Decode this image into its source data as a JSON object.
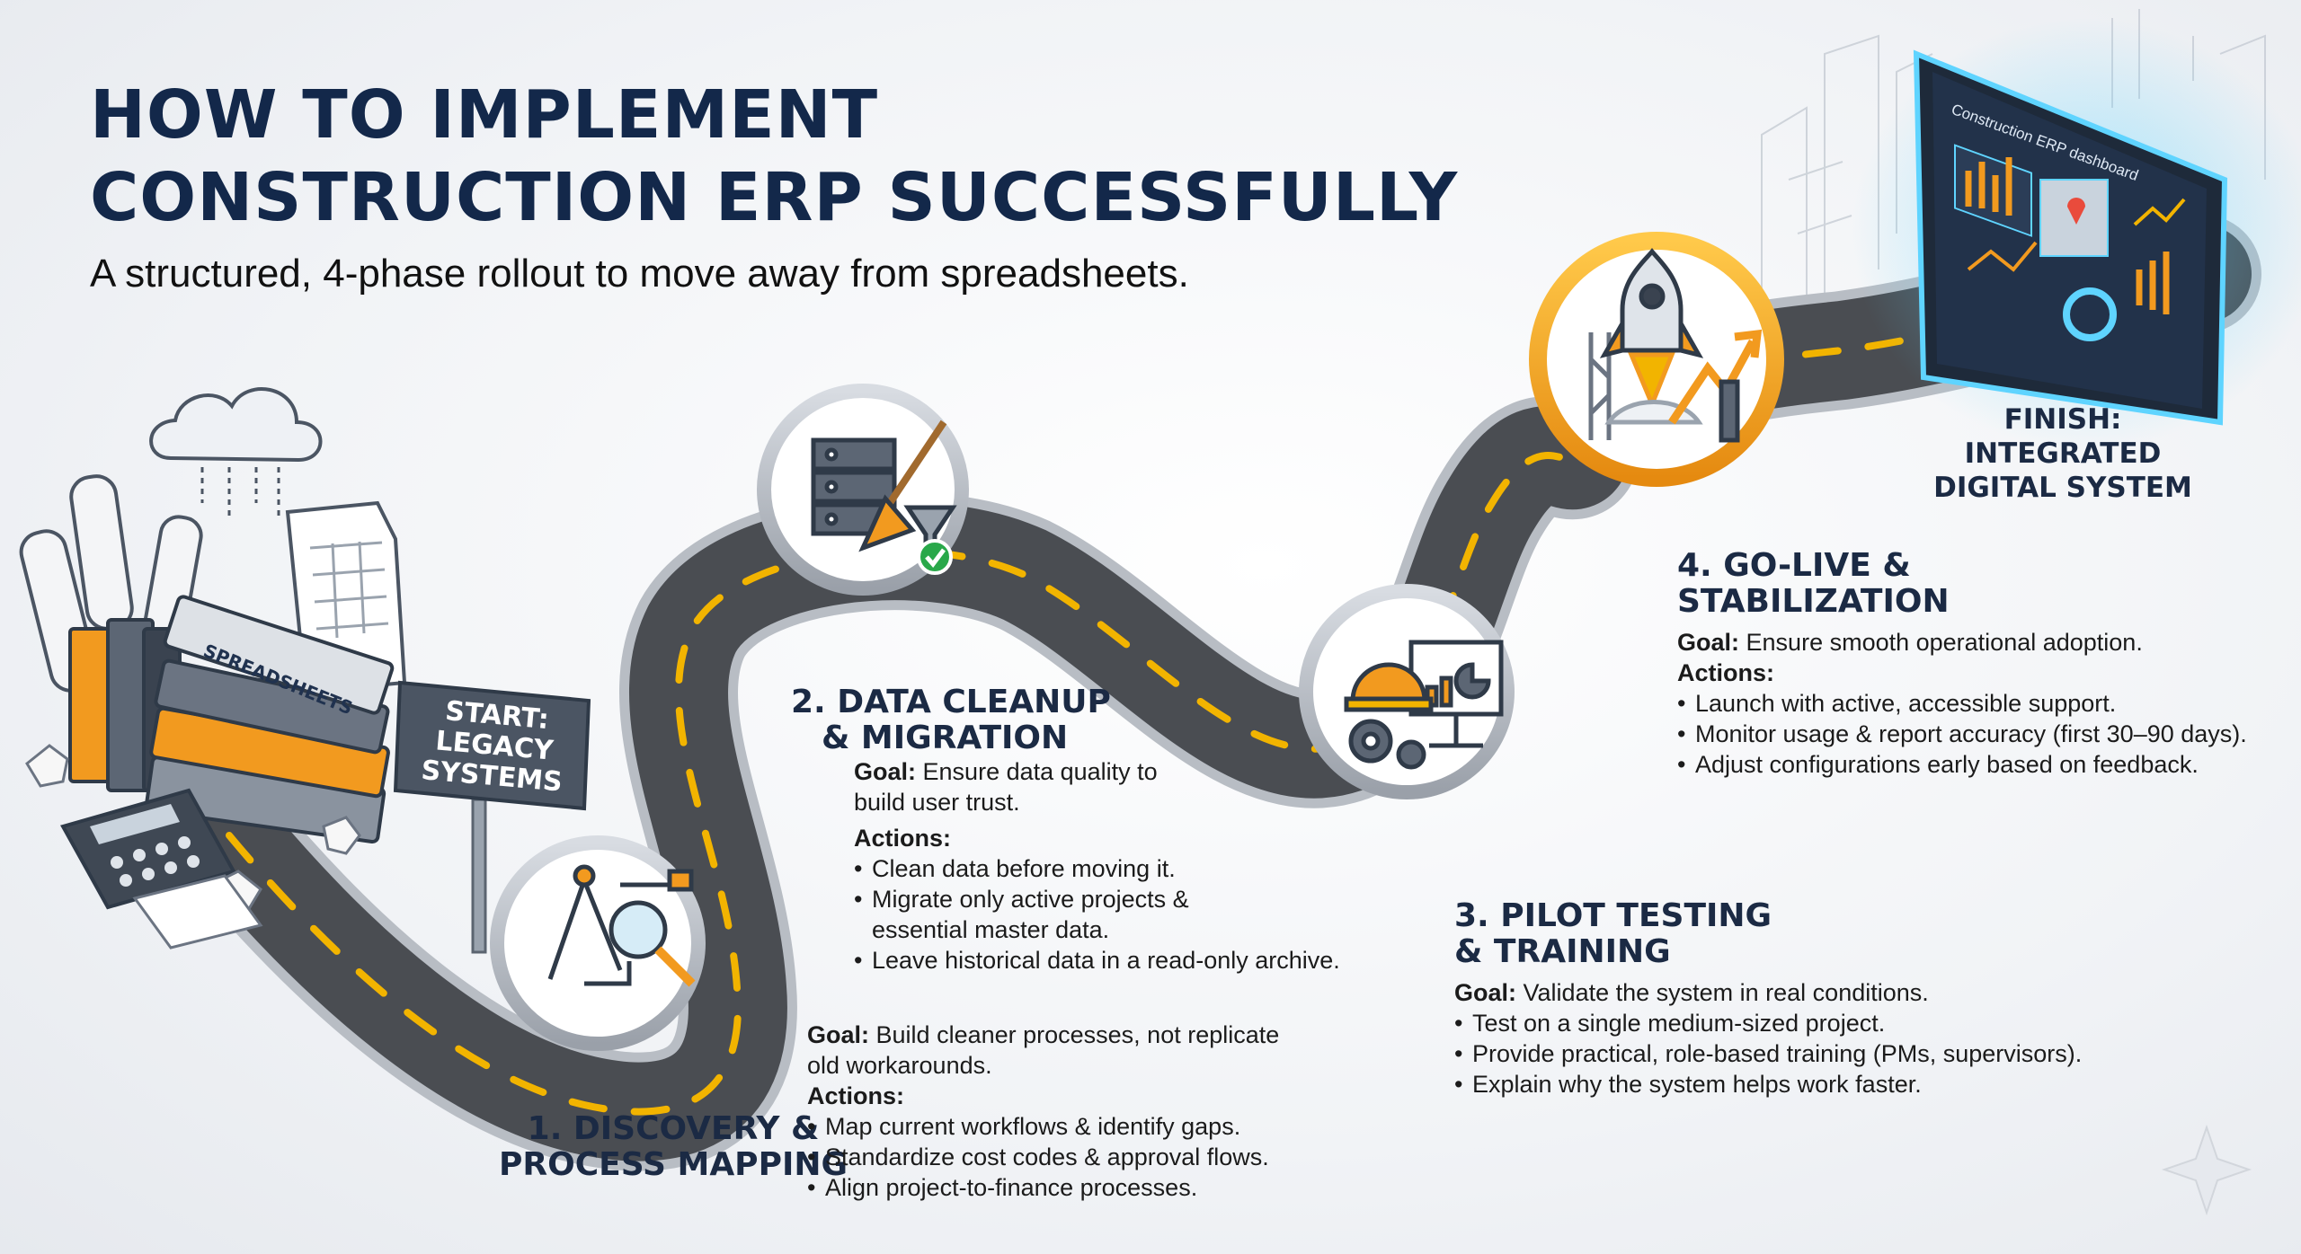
{
  "header": {
    "title_line1": "HOW TO IMPLEMENT",
    "title_line2": "CONSTRUCTION ERP SUCCESSFULLY",
    "subtitle": "A structured, 4-phase rollout to move away from spreadsheets."
  },
  "start": {
    "sign_line1": "START:",
    "sign_line2": "LEGACY",
    "sign_line3": "SYSTEMS",
    "binder_label": "SPREADSHEETS"
  },
  "phases": [
    {
      "title_line1": "1. DISCOVERY &",
      "title_line2": "PROCESS MAPPING",
      "goal_label": "Goal:",
      "goal_text": "Build cleaner processes, not replicate old workarounds.",
      "actions_label": "Actions:",
      "actions": [
        "Map current workflows & identify gaps.",
        "Standardize cost codes & approval flows.",
        "Align project-to-finance processes."
      ],
      "icon": "compass-magnifier-icon"
    },
    {
      "title_line1": "2. DATA CLEANUP",
      "title_line2": "& MIGRATION",
      "goal_label": "Goal:",
      "goal_text": "Ensure data quality to build user trust.",
      "actions_label": "Actions:",
      "actions": [
        "Clean data before moving it.",
        "Migrate only active projects & essential master data.",
        "Leave historical data in a read-only archive."
      ],
      "icon": "server-broom-funnel-icon"
    },
    {
      "title_line1": "3. PILOT TESTING",
      "title_line2": "& TRAINING",
      "goal_label": "Goal:",
      "goal_text": "Validate the system in real conditions.",
      "actions": [
        "Test on a single medium-sized project.",
        "Provide practical, role-based training (PMs, supervisors).",
        "Explain why the system helps work faster."
      ],
      "icon": "hardhat-presentation-icon"
    },
    {
      "title_line1": "4. GO-LIVE &",
      "title_line2": "STABILIZATION",
      "goal_label": "Goal:",
      "goal_text": "Ensure smooth operational adoption.",
      "actions_label": "Actions:",
      "actions": [
        "Launch with active, accessible support.",
        "Monitor usage & report accuracy (first 30–90 days).",
        "Adjust configurations early based on feedback."
      ],
      "icon": "rocket-growth-icon"
    }
  ],
  "finish": {
    "line1": "FINISH:",
    "line2": "INTEGRATED",
    "line3": "DIGITAL SYSTEM",
    "dashboard_title": "Construction ERP dashboard"
  },
  "colors": {
    "title": "#13284a",
    "road": "#4a4d52",
    "road_stripe": "#f2b400",
    "accent_orange": "#f29a1f",
    "sign": "#4b5563",
    "tablet_glow": "#5fd4ff",
    "circle_ring": "#b9bec6"
  }
}
